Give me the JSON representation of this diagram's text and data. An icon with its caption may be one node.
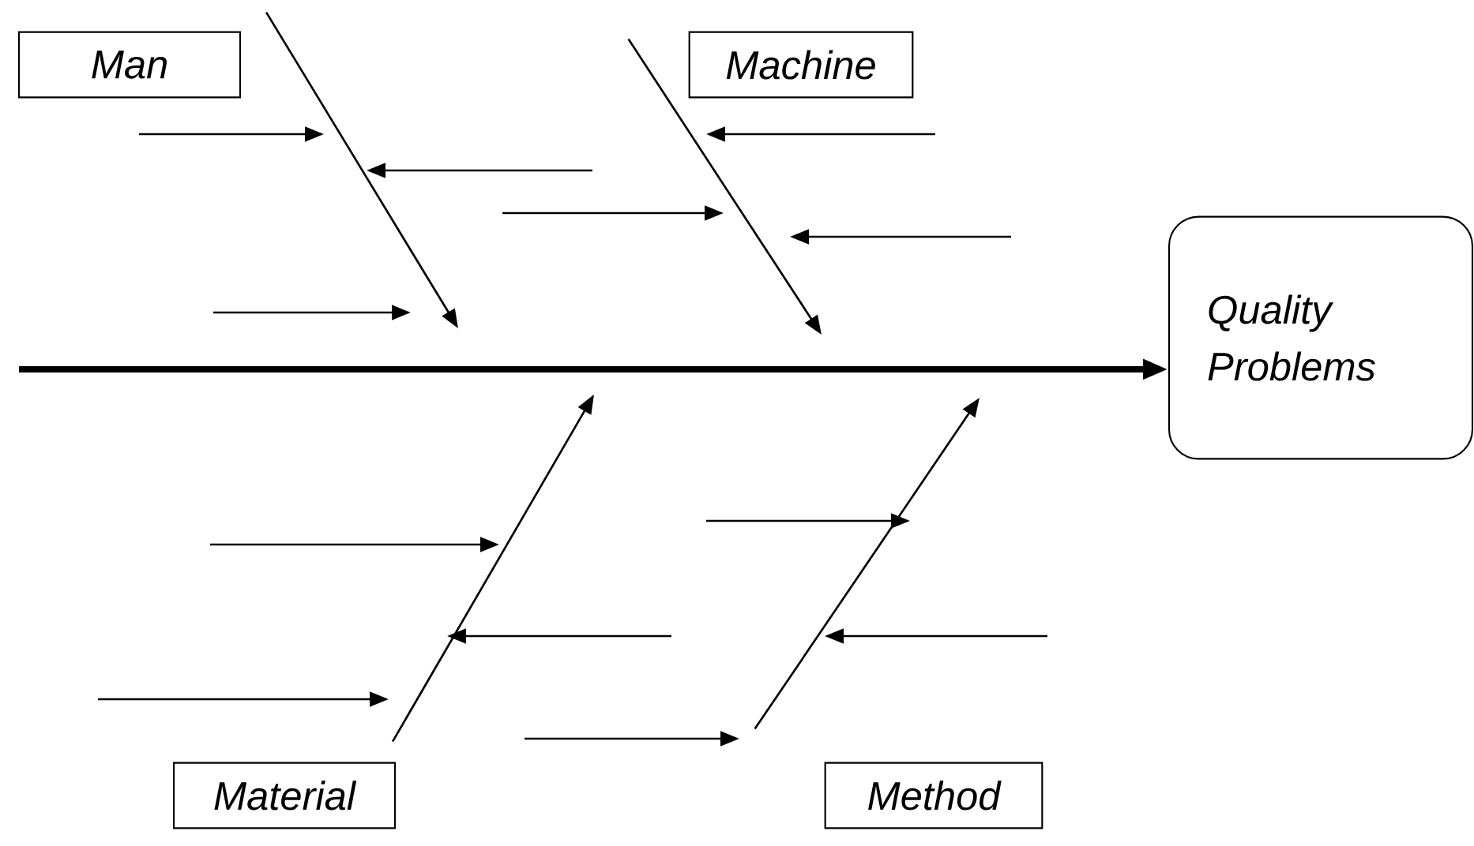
{
  "diagram": {
    "nodes": [
      {
        "text": [
          "Man"
        ]
      },
      {
        "text": [
          "Machine"
        ]
      },
      {
        "text": [
          "Material"
        ]
      },
      {
        "text": [
          "Method"
        ]
      },
      {
        "text": [
          "Quality Problems"
        ]
      }
    ],
    "edges": [
      {
        "from": null,
        "to": 4,
        "arrow": "to",
        "style": "thick"
      },
      {
        "from": 0,
        "to": null,
        "arrow": "to"
      },
      {
        "from": 1,
        "to": null,
        "arrow": "to"
      },
      {
        "from": 2,
        "to": null,
        "arrow": "to"
      },
      {
        "from": 3,
        "to": null,
        "arrow": "to"
      }
    ]
  }
}
